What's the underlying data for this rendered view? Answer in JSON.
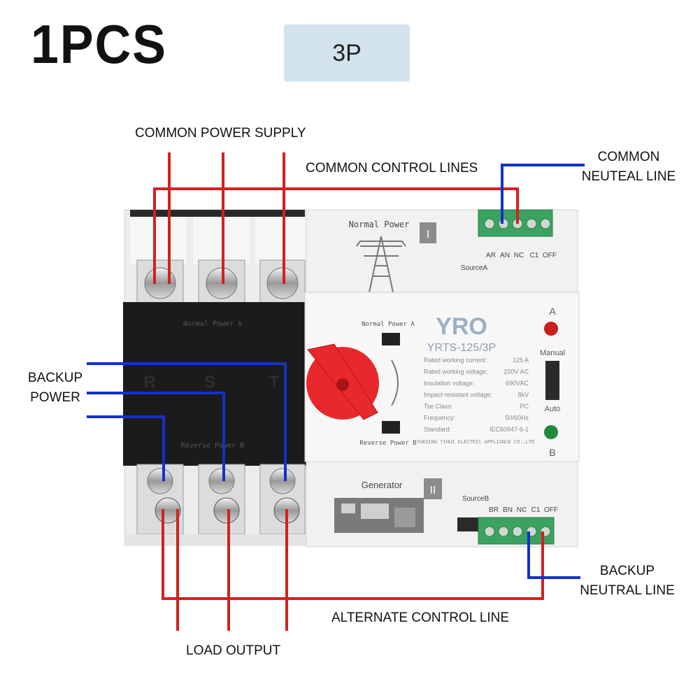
{
  "header": {
    "quantity": "1PCS",
    "poles": "3P"
  },
  "labels": {
    "common_power_supply": "COMMON POWER SUPPLY",
    "common_control_lines": "COMMON CONTROL LINES",
    "common_neutral_line_1": "COMMON",
    "common_neutral_line_2": "NEUTEAL LINE",
    "backup_power_1": "BACKUP",
    "backup_power_2": "POWER",
    "backup_neutral_line_1": "BACKUP",
    "backup_neutral_line_2": "NEUTRAL LINE",
    "alternate_control_line": "ALTERNATE CONTROL LINE",
    "load_output": "LOAD OUTPUT"
  },
  "device": {
    "brand": "YRO",
    "model": "YRTS-125/3P",
    "normal_power_label": "Normal Power",
    "generator_label": "Generator",
    "source_a_mark": "I",
    "source_b_mark": "II",
    "source_a": "SourceA",
    "source_b": "SourceB",
    "terminals_a": [
      "AR",
      "AN",
      "NC",
      "C1",
      "OFF"
    ],
    "terminals_b": [
      "BR",
      "BN",
      "NC",
      "C1",
      "OFF"
    ],
    "normal_power_a": "Normal Power A",
    "reverse_power_b": "Reverse Power B",
    "phases": [
      "R",
      "S",
      "T"
    ],
    "indicator_a": "A",
    "indicator_b": "B",
    "manual": "Manual",
    "auto": "Auto",
    "specs": [
      {
        "k": "Rated working current:",
        "v": "125 A"
      },
      {
        "k": "Rated working voltage:",
        "v": "220V AC"
      },
      {
        "k": "Insulation voltage:",
        "v": "690VAC"
      },
      {
        "k": "Impact-resistant voltage:",
        "v": "8kV"
      },
      {
        "k": "Tse Class:",
        "v": "PC"
      },
      {
        "k": "Frequency:",
        "v": "50/60Hz"
      },
      {
        "k": "Standard:",
        "v": "IEC60947-6-1"
      }
    ],
    "maker": "YUEQING YIHUI ELECTRIC APPLIANCE CO.,LTD"
  },
  "colors": {
    "power_wire": "#d42020",
    "neutral_wire": "#1530c8",
    "knob": "#e8282a",
    "terminal_block": "#3aa362",
    "led_a": "#c81e1e",
    "led_b": "#1f8a3a"
  }
}
